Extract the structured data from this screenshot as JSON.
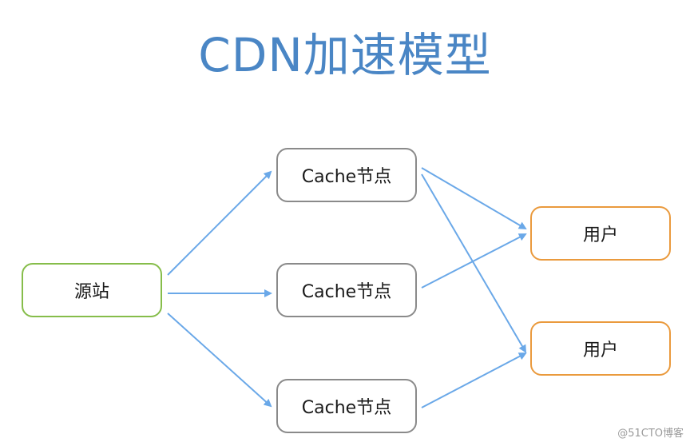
{
  "title": "CDN加速模型",
  "nodes": {
    "source": "源站",
    "cache_top": "Cache节点",
    "cache_middle": "Cache节点",
    "cache_bottom": "Cache节点",
    "user_top": "用户",
    "user_bottom": "用户"
  },
  "watermark": "@51CTO博客",
  "colors": {
    "title": "#4a86c5",
    "source_border": "#86bd4a",
    "cache_border": "#8a8a8a",
    "user_border": "#ea9a3d",
    "arrow": "#6aa8e8"
  }
}
